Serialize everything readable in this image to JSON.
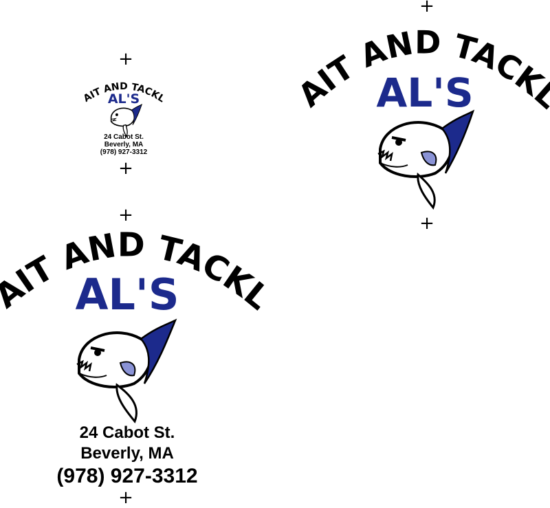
{
  "logo": {
    "arc_text": "BAIT AND TACKLE",
    "name": "AL'S",
    "address_line1": "24 Cabot St.",
    "address_line2": "Beverly, MA",
    "phone": "(978) 927-3312",
    "icon": "fish-icon"
  },
  "registration_mark": "+",
  "colors": {
    "name": "#1c2a8c",
    "fin": "#1c2a8c",
    "ink": "#000000"
  }
}
